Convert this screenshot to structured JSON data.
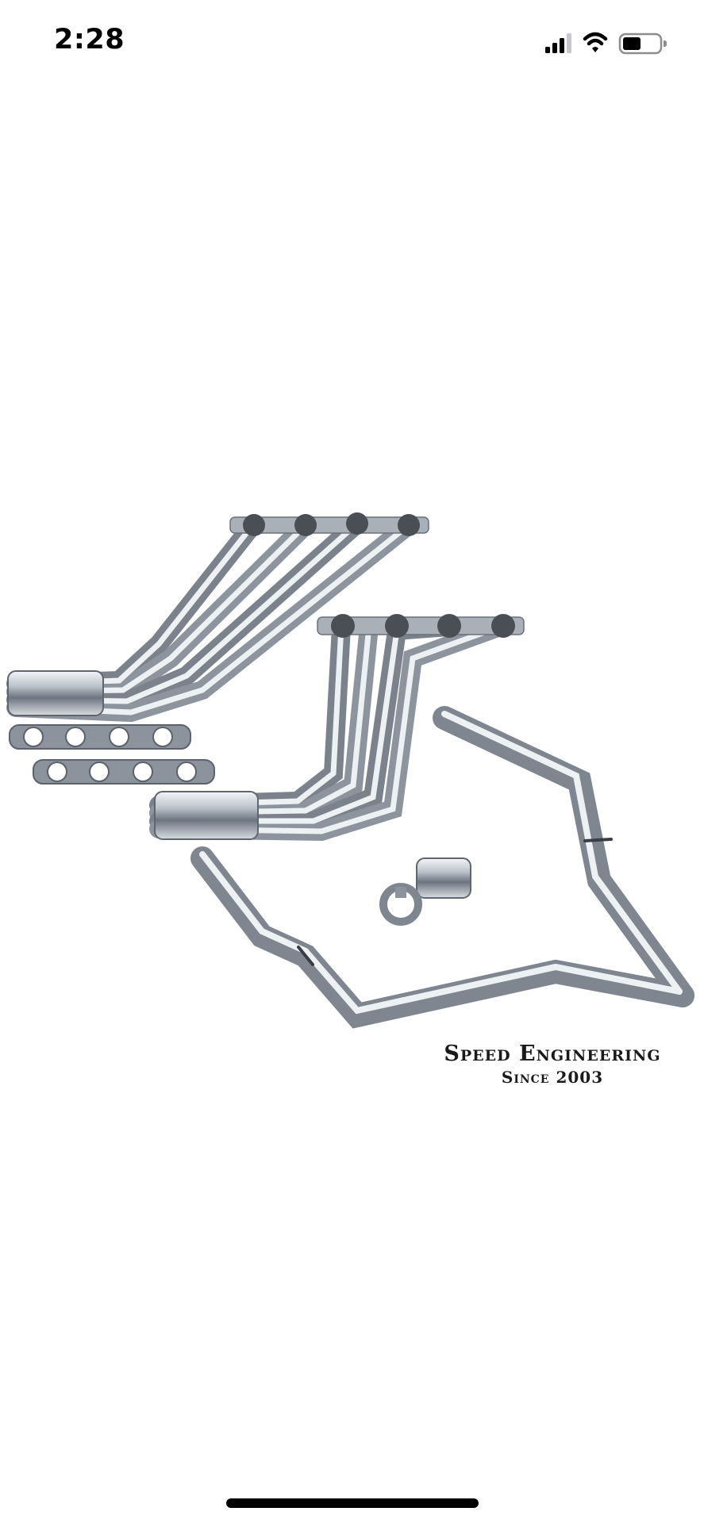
{
  "status_bar": {
    "time": "2:28",
    "icons": [
      "cellular-signal-icon",
      "wifi-icon",
      "battery-icon"
    ]
  },
  "product_image": {
    "brand_name": "Speed Engineering",
    "brand_since": "Since 2003"
  },
  "colors": {
    "background": "#ffffff",
    "text": "#000000",
    "chrome_light": "#f4f6f8",
    "chrome_dark": "#6c7480"
  }
}
